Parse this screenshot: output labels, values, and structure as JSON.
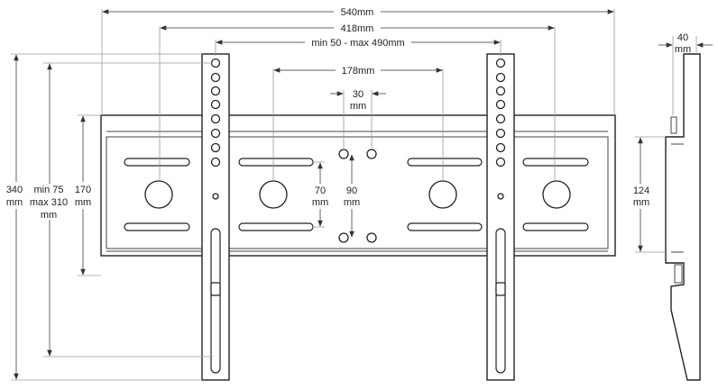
{
  "dimensions": {
    "overall_width": "540mm",
    "hole_span": "418mm",
    "rail_span": "min 50 - max 490mm",
    "slot_span": "178mm",
    "hole_pitch_h": [
      "30",
      "mm"
    ],
    "total_height": [
      "340",
      "mm"
    ],
    "rail_height": [
      "min 75",
      "max 310",
      "mm"
    ],
    "plate_height": [
      "170",
      "mm"
    ],
    "hole_pitch_v_small": [
      "70",
      "mm"
    ],
    "hole_pitch_v_large": [
      "90",
      "mm"
    ],
    "depth": [
      "40",
      "mm"
    ],
    "side_height": [
      "124",
      "mm"
    ]
  }
}
